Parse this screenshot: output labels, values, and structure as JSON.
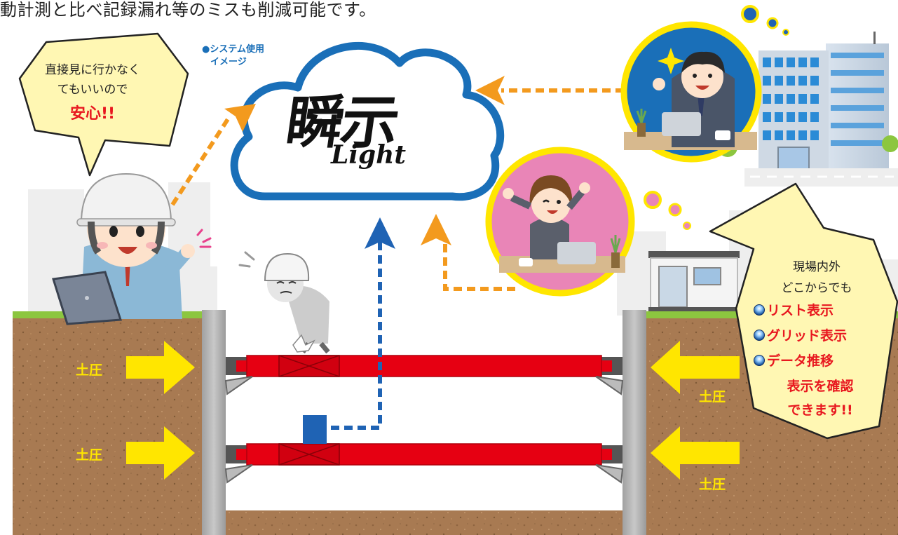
{
  "header": {
    "intro_text": "動計測と比べ記録漏れ等のミスも削減可能です。"
  },
  "diagram": {
    "caption_line1": "●システム使用",
    "caption_line2": "イメージ",
    "logo": {
      "main": "瞬示",
      "sub": "Light"
    },
    "worker_bubble": {
      "line1": "直接見に行かなく",
      "line2": "てもいいので",
      "emphasis": "安心!!"
    },
    "earth_pressure_label": "土圧",
    "office_bubble": {
      "line1": "現場内外",
      "line2": "どこからでも",
      "items": [
        "リスト表示",
        "グリッド表示",
        "データ推移"
      ],
      "item_tail": "表示を確認",
      "closing": "できます!!"
    }
  },
  "colors": {
    "cloud_border": "#1a6fb8",
    "arrow_orange": "#f39a1e",
    "signal_blue": "#1f63b4",
    "strut_red": "#e60012",
    "pressure_yellow": "#ffe600",
    "soil_brown": "#a87a52",
    "grass_green": "#8cc63f",
    "bubble_fill": "#fff7b3",
    "accent_red": "#e8171f"
  },
  "icons": [
    "construction-worker-icon",
    "injured-worker-icon",
    "office-worker-icon",
    "female-worker-icon",
    "office-building-icon",
    "site-office-icon",
    "sensor-icon",
    "laptop-icon"
  ]
}
